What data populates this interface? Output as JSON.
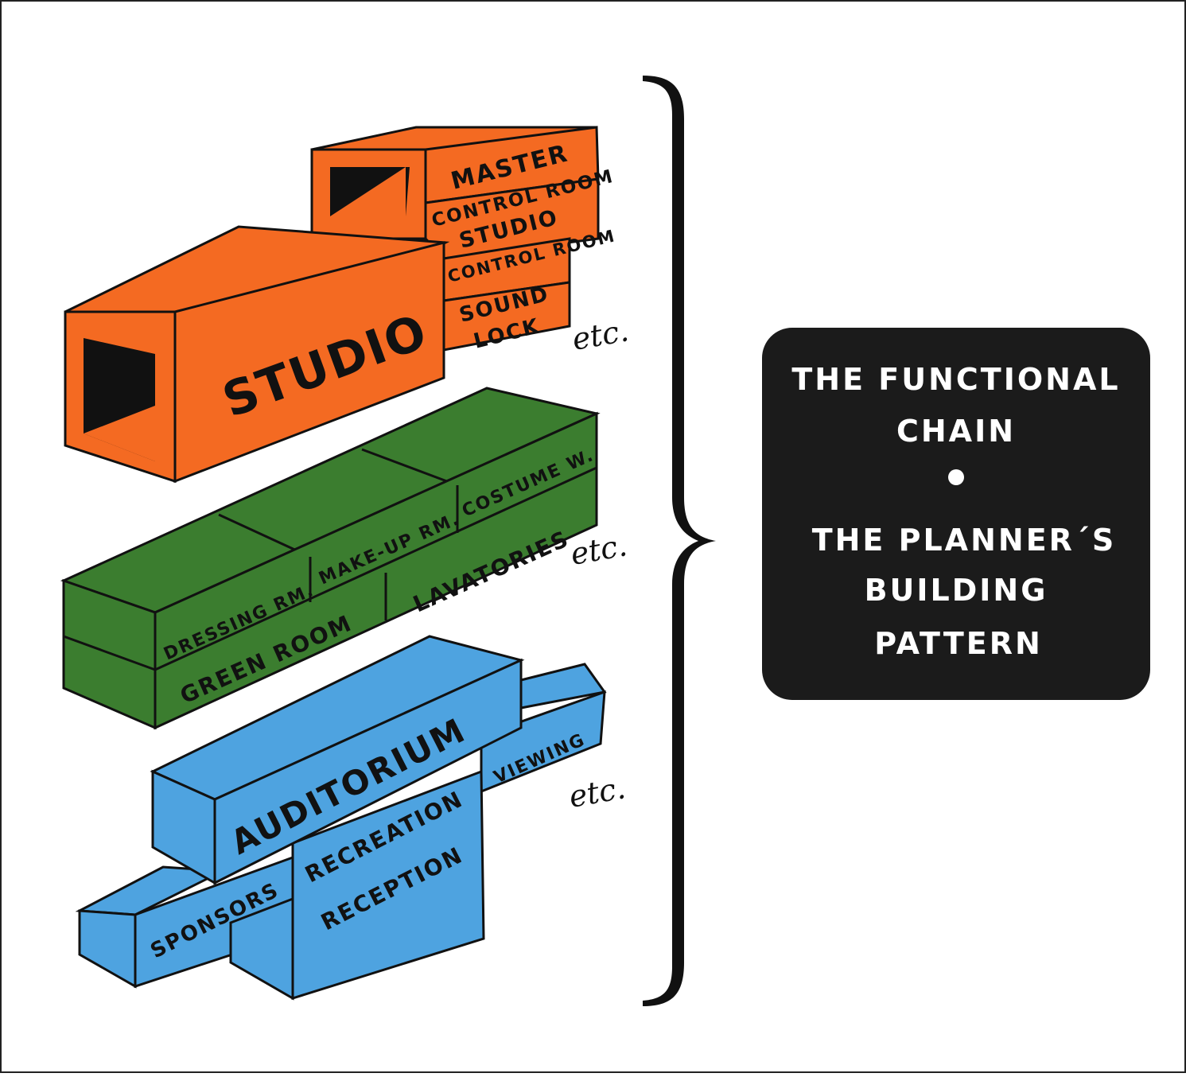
{
  "colors": {
    "studio": "#f46a22",
    "studio_dark": "#e05a16",
    "support": "#3b7d2f",
    "public": "#4ea3e0",
    "panel": "#1b1b1b",
    "outline": "#111111"
  },
  "studio_group": {
    "master_line1": "MASTER",
    "master_line2": "CONTROL ROOM",
    "studio_ctrl_line1": "STUDIO",
    "studio_ctrl_line2": "CONTROL ROOM",
    "sound_line1": "SOUND",
    "sound_line2": "LOCK",
    "studio": "STUDIO",
    "etc": "etc."
  },
  "support_group": {
    "dressing": "DRESSING RM.",
    "makeup": "MAKE-UP RM.",
    "costume": "COSTUME W.",
    "green_room": "GREEN ROOM",
    "lavatories": "LAVATORIES",
    "etc": "etc."
  },
  "public_group": {
    "auditorium": "AUDITORIUM",
    "viewing": "VIEWING",
    "recreation": "RECREATION",
    "reception": "RECEPTION",
    "sponsors": "SPONSORS",
    "etc": "etc."
  },
  "panel": {
    "line1": "THE FUNCTIONAL",
    "line2": "CHAIN",
    "line3": "THE PLANNER´S",
    "line4": "BUILDING",
    "line5": "PATTERN"
  }
}
